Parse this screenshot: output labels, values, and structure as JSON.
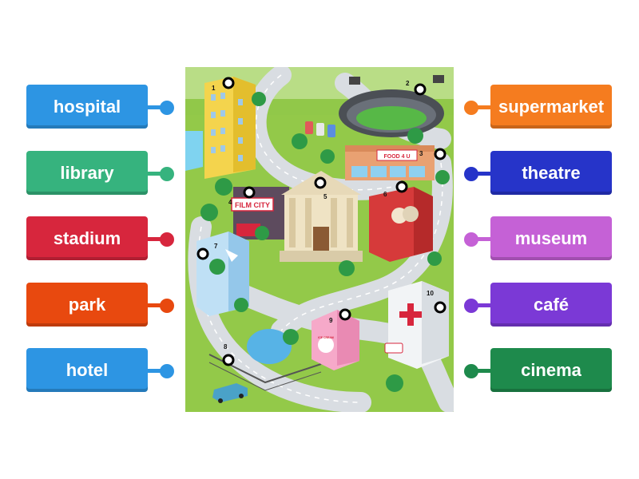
{
  "left_labels": [
    {
      "label": "hospital",
      "color": "#2d95e3"
    },
    {
      "label": "library",
      "color": "#36b37e"
    },
    {
      "label": "stadium",
      "color": "#d7263d"
    },
    {
      "label": "park",
      "color": "#e8490f"
    },
    {
      "label": "hotel",
      "color": "#2d95e3"
    }
  ],
  "right_labels": [
    {
      "label": "supermarket",
      "color": "#f57c1f"
    },
    {
      "label": "theatre",
      "color": "#2634c9"
    },
    {
      "label": "museum",
      "color": "#c561d6"
    },
    {
      "label": "café",
      "color": "#7b39d6"
    },
    {
      "label": "cinema",
      "color": "#1e8a4c"
    }
  ],
  "map": {
    "markers": [
      "1",
      "2",
      "3",
      "4",
      "5",
      "6",
      "7",
      "8",
      "9",
      "10"
    ],
    "signs": {
      "film_city": "FILM CITY",
      "food": "FOOD 4 U",
      "ice_cream": "ICE CREAM"
    }
  }
}
